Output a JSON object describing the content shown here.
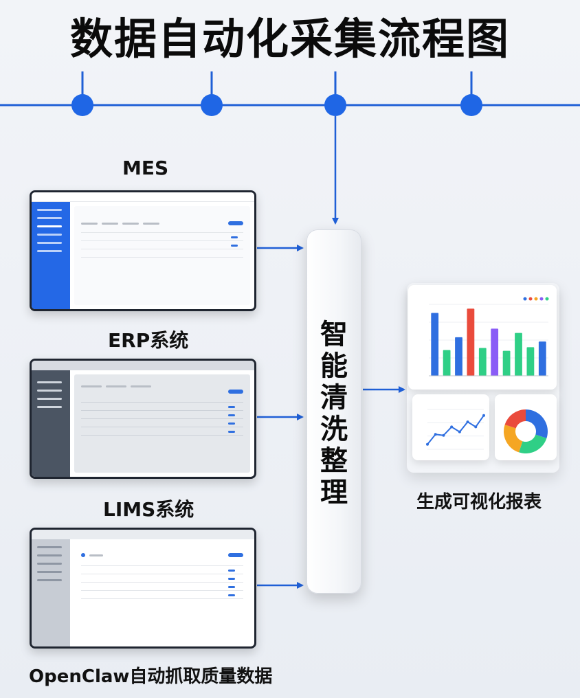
{
  "title": "数据自动化采集流程图",
  "sources": [
    {
      "label": "MES"
    },
    {
      "label": "ERP系统"
    },
    {
      "label": "LIMS系统"
    }
  ],
  "process": {
    "label": "智能清洗整理"
  },
  "output": {
    "label": "生成可视化报表"
  },
  "footer": "OpenClaw自动抓取质量数据",
  "colors": {
    "line": "#1f5fd6",
    "node": "#1f66e5",
    "bar_blue": "#2f6fe0",
    "bar_green": "#2fcf86",
    "bar_red": "#ea4b3c",
    "bar_purple": "#8a5cf6"
  },
  "chart_data": [
    {
      "type": "bar",
      "values": [
        88,
        36,
        54,
        94,
        39,
        66,
        35,
        60,
        40,
        48
      ],
      "colors": [
        "#2f6fe0",
        "#2fcf86",
        "#2f6fe0",
        "#ea4b3c",
        "#2fcf86",
        "#8a5cf6",
        "#2fcf86",
        "#2fcf86",
        "#2fcf86",
        "#2f6fe0"
      ],
      "ylim": [
        0,
        100
      ]
    },
    {
      "type": "line",
      "values": [
        10,
        30,
        28,
        45,
        35,
        55,
        45,
        68
      ],
      "ylim": [
        0,
        80
      ]
    },
    {
      "type": "pie",
      "values": [
        30,
        25,
        25,
        20
      ],
      "colors": [
        "#2f6fe0",
        "#2fcf86",
        "#f5a623",
        "#ea4b3c"
      ]
    }
  ]
}
